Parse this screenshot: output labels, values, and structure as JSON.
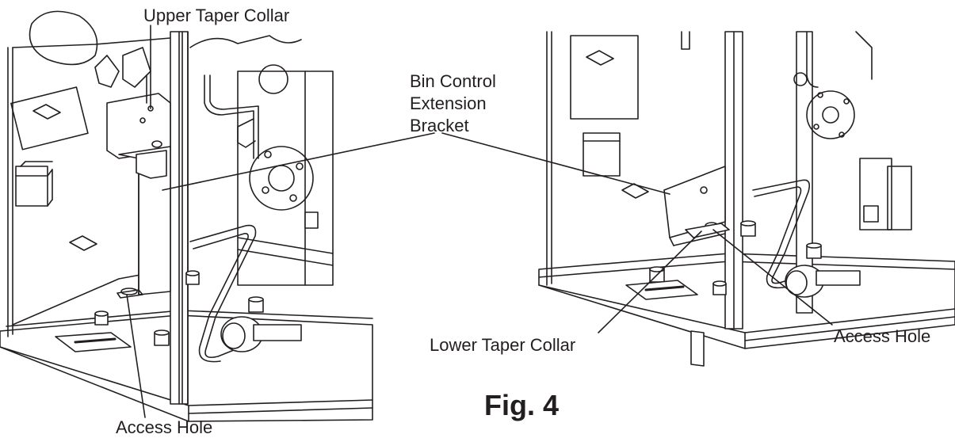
{
  "labels": {
    "upper_taper_collar": "Upper Taper Collar",
    "bin_control_line1": "Bin Control",
    "bin_control_line2": "Extension",
    "bin_control_line3": "Bracket",
    "access_hole_left": "Access Hole",
    "access_hole_right": "Access Hole",
    "lower_taper_collar": "Lower Taper Collar"
  },
  "figure_title": "Fig. 4",
  "colors": {
    "line": "#231f20",
    "fill": "#ffffff",
    "shade": "#dcdcdc"
  }
}
